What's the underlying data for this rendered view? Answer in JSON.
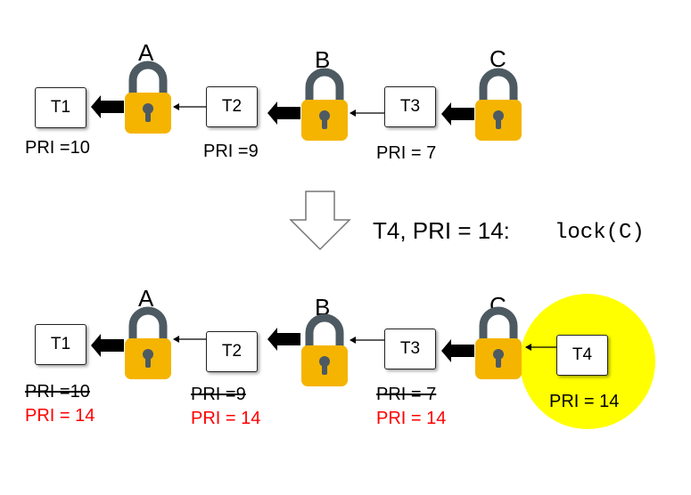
{
  "colors": {
    "lock_body": "#f5b400",
    "lock_shackle": "#4d5a62",
    "highlight": "#ffff00",
    "raised_priority": "#ff0000"
  },
  "top": {
    "locks": [
      "A",
      "B",
      "C"
    ],
    "threads": [
      {
        "name": "T1",
        "priority": "PRI =10"
      },
      {
        "name": "T2",
        "priority": "PRI =9"
      },
      {
        "name": "T3",
        "priority": "PRI = 7"
      }
    ]
  },
  "transition": {
    "caption": "T4, PRI = 14:",
    "code": "lock(C)",
    "icon": "down-arrow-icon"
  },
  "bottom": {
    "locks": [
      "A",
      "B",
      "C"
    ],
    "threads": [
      {
        "name": "T1",
        "old_priority": "PRI =10",
        "new_priority": "PRI = 14"
      },
      {
        "name": "T2",
        "old_priority": "PRI =9",
        "new_priority": "PRI = 14"
      },
      {
        "name": "T3",
        "old_priority": "PRI = 7",
        "new_priority": "PRI = 14"
      }
    ],
    "new_thread": {
      "name": "T4",
      "priority": "PRI = 14"
    }
  }
}
